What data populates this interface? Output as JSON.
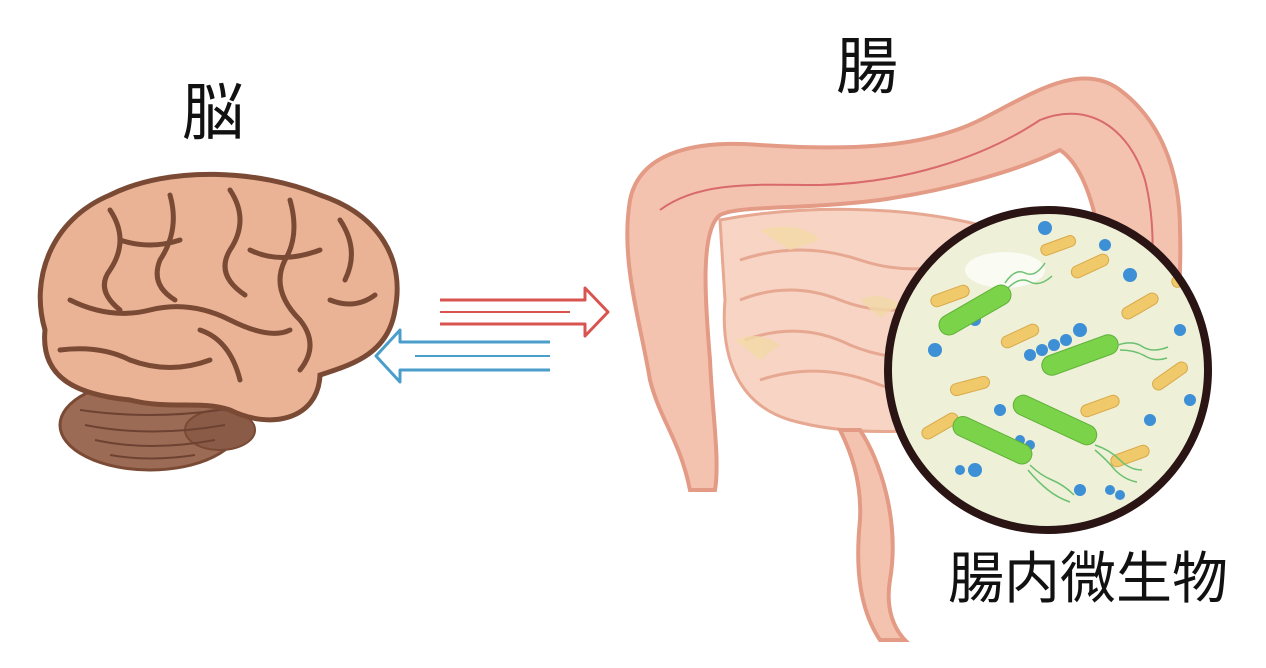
{
  "labels": {
    "brain": "脳",
    "gut": "腸",
    "microbiota": "腸内微生物"
  },
  "arrows": {
    "to_gut_color": "#d9534f",
    "to_brain_color": "#4a9ec9"
  },
  "colors": {
    "brain": "#eab396",
    "brain_outline": "#7a4a35",
    "cerebellum": "#9b6b56",
    "intestine": "#f4c3b0",
    "intestine_outline": "#e39b86",
    "lens_border": "#2a1414",
    "bacteria_green": "#7bd34a",
    "bacteria_blue": "#3d8fd6",
    "bacteria_yellow": "#f0c96a"
  }
}
